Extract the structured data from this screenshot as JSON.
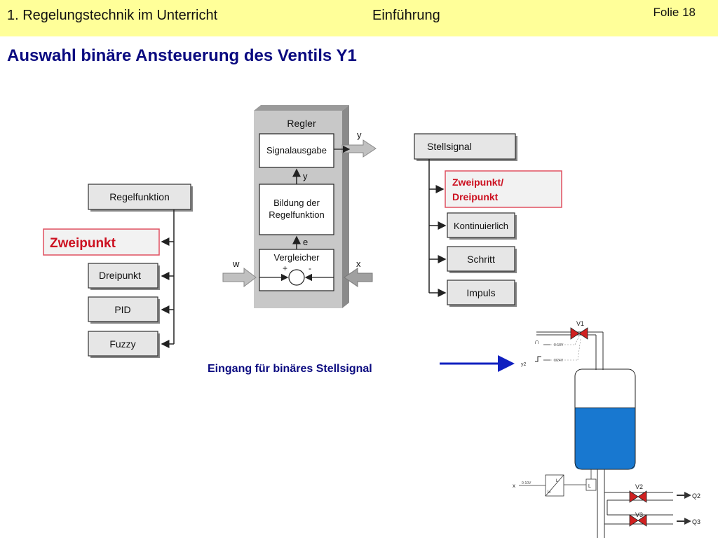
{
  "header": {
    "chapter": "1. Regelungstechnik im Unterricht",
    "section": "Einführung",
    "slide_number": "Folie 18"
  },
  "title": "Auswahl binäre Ansteuerung des Ventils Y1",
  "left_tree": {
    "root": "Regelfunktion",
    "items": [
      "Zweipunkt",
      "Dreipunkt",
      "PID",
      "Fuzzy"
    ],
    "highlighted": "Zweipunkt"
  },
  "controller": {
    "title": "Regler",
    "block_output": "Signalausgabe",
    "block_function_l1": "Bildung der",
    "block_function_l2": "Regelfunktion",
    "block_comparator": "Vergleicher",
    "sig_y_out": "y",
    "sig_y_inner": "y",
    "sig_e": "e",
    "sig_w": "w",
    "sig_x": "x",
    "plus": "+",
    "minus": "-"
  },
  "right_tree": {
    "root": "Stellsignal",
    "highlighted_l1": "Zweipunkt/",
    "highlighted_l2": "Dreipunkt",
    "items": [
      "Kontinuierlich",
      "Schritt",
      "Impuls"
    ]
  },
  "annotation": "Eingang für binäres Stellsignal",
  "process": {
    "v1": "V1",
    "v2": "V2",
    "v3": "V3",
    "q2": "Q2",
    "q3": "Q3",
    "y2": "y2",
    "x": "x",
    "range_010": "0-10V",
    "range_024": "0/24V",
    "range_010b": "0-10V",
    "conv_l": "L",
    "conv_u": "U",
    "sensor_l": "L"
  },
  "colors": {
    "header_bg": "#ffff99",
    "title": "#0a0a80",
    "highlight_border": "#e05060",
    "highlight_text": "#cc1020",
    "arrow_blue": "#1020c0",
    "water": "#1878d0",
    "valve": "#d02020"
  }
}
